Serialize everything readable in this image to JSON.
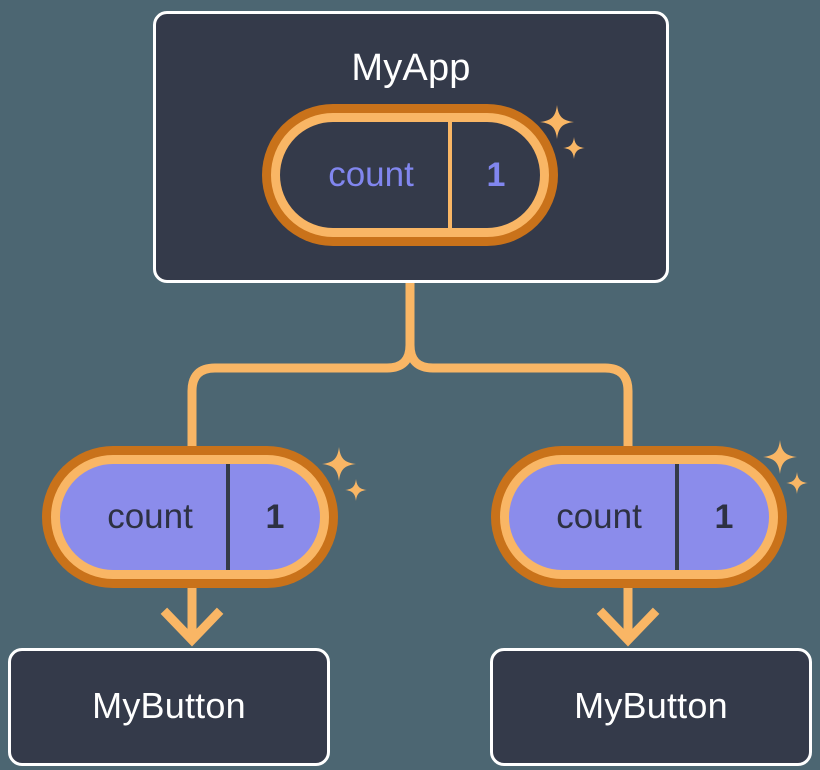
{
  "diagram": {
    "type": "component-state-tree",
    "background_color": "#4c6672",
    "title_text": "MyApp",
    "accent_light": "#f9b665",
    "accent_dark": "#c9721a",
    "card_fill": "#343a4a",
    "capsule_purple_fill": "#8b8ceb",
    "state_text_color_top": "#8186ef",
    "state_text_color_bottom": "#2d3142"
  },
  "root": {
    "component_name": "MyApp",
    "state": {
      "key": "count",
      "value": "1"
    }
  },
  "children": [
    {
      "state": {
        "key": "count",
        "value": "1"
      },
      "component_name": "MyButton"
    },
    {
      "state": {
        "key": "count",
        "value": "1"
      },
      "component_name": "MyButton"
    }
  ],
  "sparkles": [
    {
      "near": "root-state",
      "count": 2
    },
    {
      "near": "child-left-state",
      "count": 2
    },
    {
      "near": "child-right-state",
      "count": 2
    }
  ]
}
